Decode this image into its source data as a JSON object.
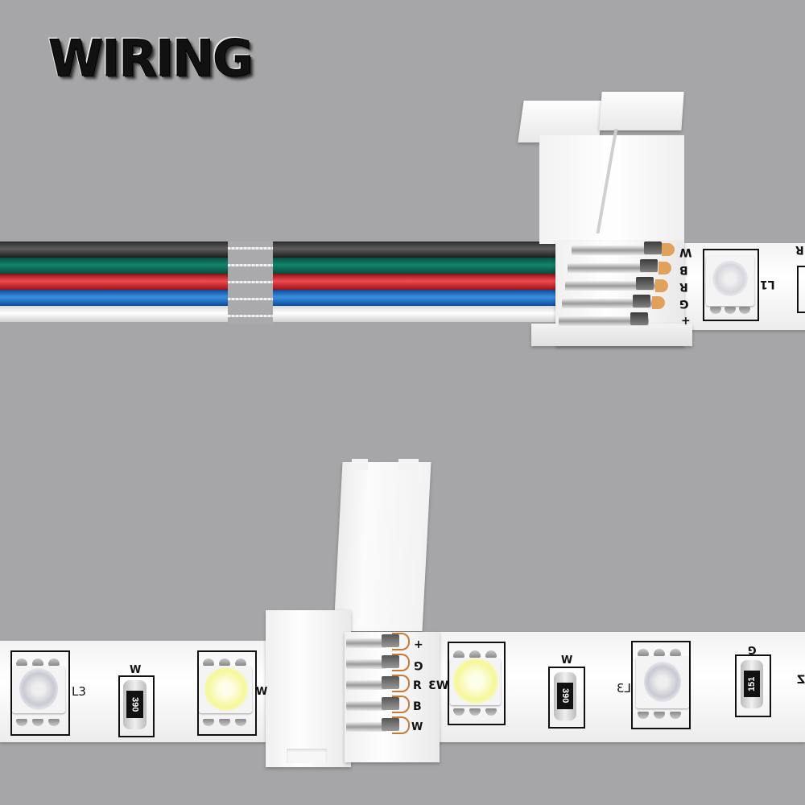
{
  "title": "WIRING",
  "colors": {
    "background": "#a6a5a7",
    "wire_black": "#2a2a2a",
    "wire_green": "#12846c",
    "wire_red": "#ee4b4f",
    "wire_blue": "#3a8fe0",
    "wire_white": "#ffffff",
    "copper_pad": "#e2a15a",
    "white_led": "#f6f79a"
  },
  "top_diagram": {
    "description": "5-wire RGBW cable into clip-on strip connector",
    "wires": [
      "black",
      "green",
      "red",
      "blue",
      "white"
    ],
    "pad_labels": [
      "W",
      "B",
      "R",
      "G",
      "+"
    ],
    "led_label": "L1",
    "right_edge_label": "R"
  },
  "bottom_diagram": {
    "description": "Strip-to-strip clip connector joining two RGBW LED strips",
    "pad_labels": [
      "+",
      "G",
      "R",
      "B",
      "W"
    ],
    "left_strip": {
      "led_label": "L3",
      "resistor_label": "W",
      "resistor_code": "390",
      "right_edge_label": "W"
    },
    "right_strip": {
      "w3_label": "W3",
      "resistor1_label": "W",
      "resistor1_code": "390",
      "led_label": "L3",
      "resistor2_label": "G",
      "resistor2_code": "151",
      "right_edge_label": "Z"
    }
  }
}
